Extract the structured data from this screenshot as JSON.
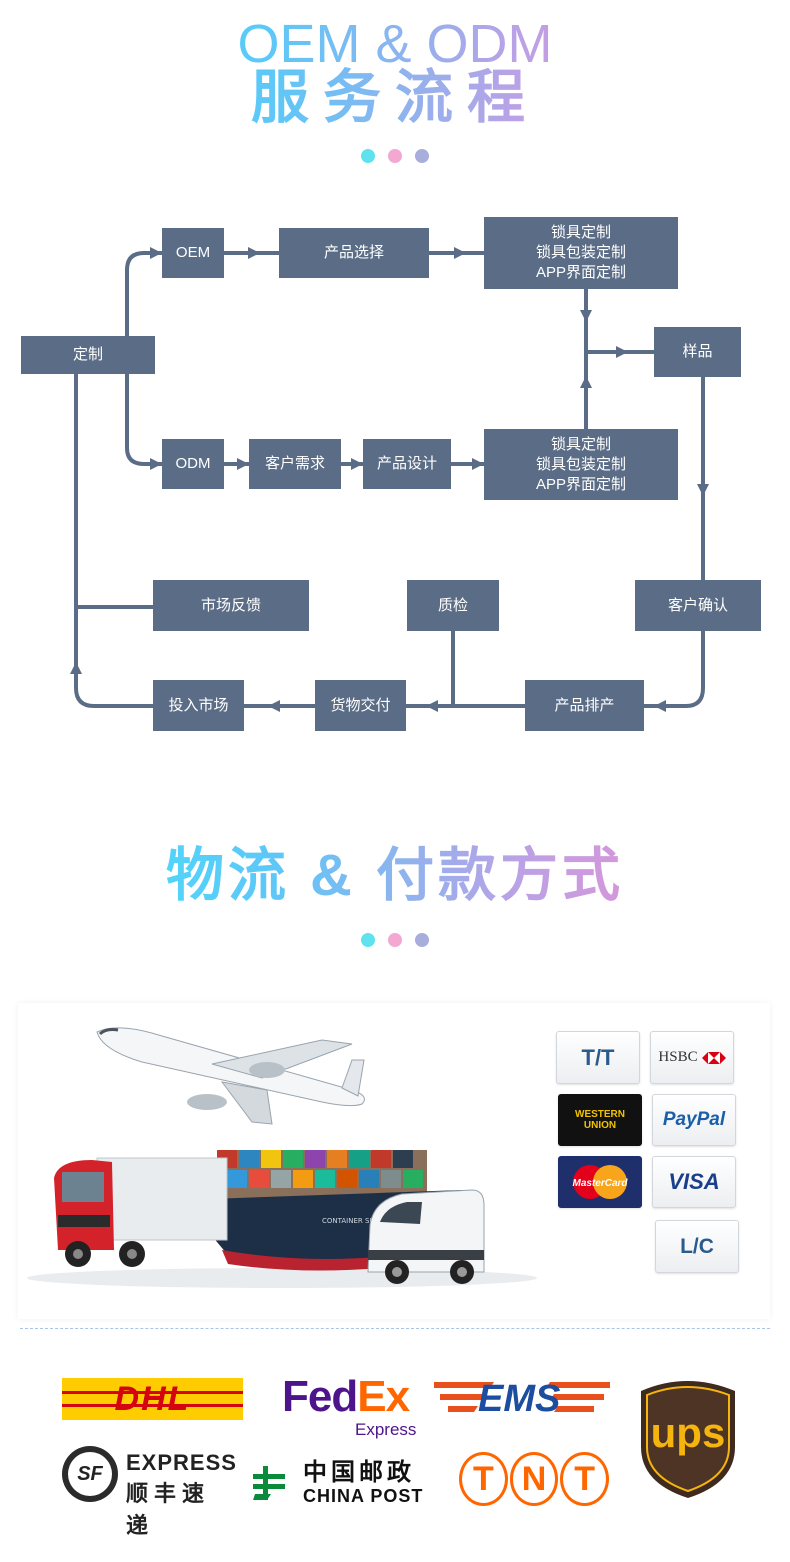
{
  "header": {
    "line1": "OEM & ODM",
    "line2": "服务流程"
  },
  "dot_colors": [
    "#5ee3ee",
    "#f2a8d0",
    "#a7aedb"
  ],
  "flow": {
    "box_color": "#5b6d86",
    "line_color": "#5b6d86",
    "dingzhi": "定制",
    "oem": "OEM",
    "odm": "ODM",
    "product_select": "产品选择",
    "customer_need": "客户需求",
    "product_design": "产品设计",
    "custom_top": [
      "锁具定制",
      "锁具包装定制",
      "APP界面定制"
    ],
    "custom_bottom": [
      "锁具定制",
      "锁具包装定制",
      "APP界面定制"
    ],
    "sample": "样品",
    "customer_confirm": "客户确认",
    "production": "产品排产",
    "quality_check": "质检",
    "delivery": "货物交付",
    "market_launch": "投入市场",
    "market_feedback": "市场反馈"
  },
  "section2": {
    "title": "物流 & 付款方式"
  },
  "payments": {
    "tt": "T/T",
    "hsbc": "HSBC",
    "western_union": [
      "WESTERN",
      "UNION"
    ],
    "paypal": "PayPal",
    "mastercard": "MasterCard",
    "visa": "VISA",
    "lc": "L/C"
  },
  "logistics": {
    "dhl": "DHL",
    "fedex": {
      "fed": "Fed",
      "ex": "Ex",
      "sub": "Express"
    },
    "ems": "EMS",
    "ups": "ups",
    "sf": {
      "mark": "SF",
      "en": "EXPRESS",
      "cn": "顺丰速递"
    },
    "china_post": {
      "cn": "中国邮政",
      "en": "CHINA POST"
    },
    "tnt": [
      "T",
      "N",
      "T"
    ]
  },
  "illustration": {
    "ship_label": "CONTAINER SHIP"
  }
}
